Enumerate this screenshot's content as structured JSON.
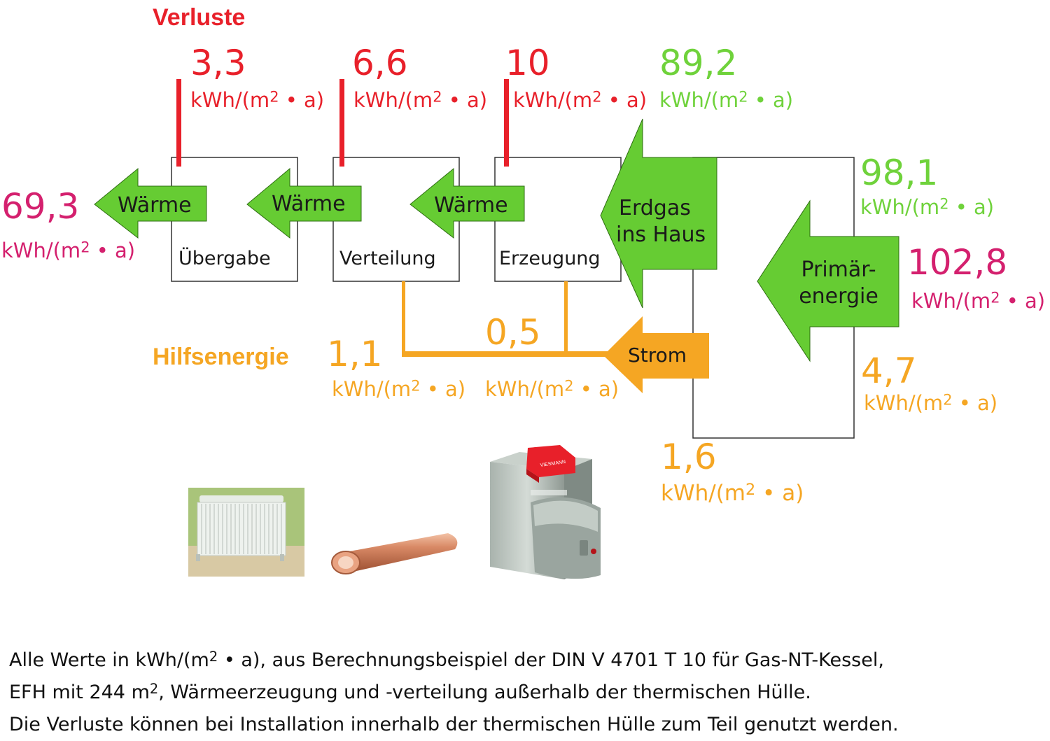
{
  "losses_title": "Verluste",
  "unit": {
    "pre": "kWh/(m",
    "sup": "2",
    "post": " • a)"
  },
  "losses": [
    {
      "value": "3,3"
    },
    {
      "value": "6,6"
    },
    {
      "value": "10"
    }
  ],
  "gas_in": {
    "value": "89,2"
  },
  "primary_gas": {
    "value": "98,1"
  },
  "primary_total": {
    "value": "102,8"
  },
  "heat_delivered": {
    "value": "69,3"
  },
  "aux_energy": {
    "label": "Hilfsenergie",
    "value": "1,1"
  },
  "aux_generation": {
    "value": "0,5"
  },
  "primary_power": {
    "value": "4,7"
  },
  "power_in": {
    "value": "1,6"
  },
  "stages": [
    {
      "label": "Übergabe"
    },
    {
      "label": "Verteilung"
    },
    {
      "label": "Erzeugung"
    }
  ],
  "arrows": {
    "heat": "Wärme",
    "gas_line1": "Erdgas",
    "gas_line2": "ins Haus",
    "primary_line1": "Primär-",
    "primary_line2": "energie",
    "power": "Strom"
  },
  "boiler_brand": "VIESMANN",
  "caption": {
    "line1_pre": "Alle Werte in kWh/(m",
    "line1_sup": "2",
    "line1_post": " • a), aus Berechnungsbeispiel der DIN V 4701 T 10 für Gas-NT-Kessel,",
    "line2_pre": "EFH mit 244 m",
    "line2_sup": "2",
    "line2_post": ", Wärmeerzeugung und -verteilung außerhalb der thermischen Hülle.",
    "line3": "Die Verluste können bei Installation innerhalb der thermischen Hülle zum Teil genutzt werden."
  },
  "colors": {
    "loss": "#e8202a",
    "energy": "#6fd23b",
    "arrow_fill": "#66cc33",
    "result": "#d4206e",
    "aux": "#f5a623"
  }
}
